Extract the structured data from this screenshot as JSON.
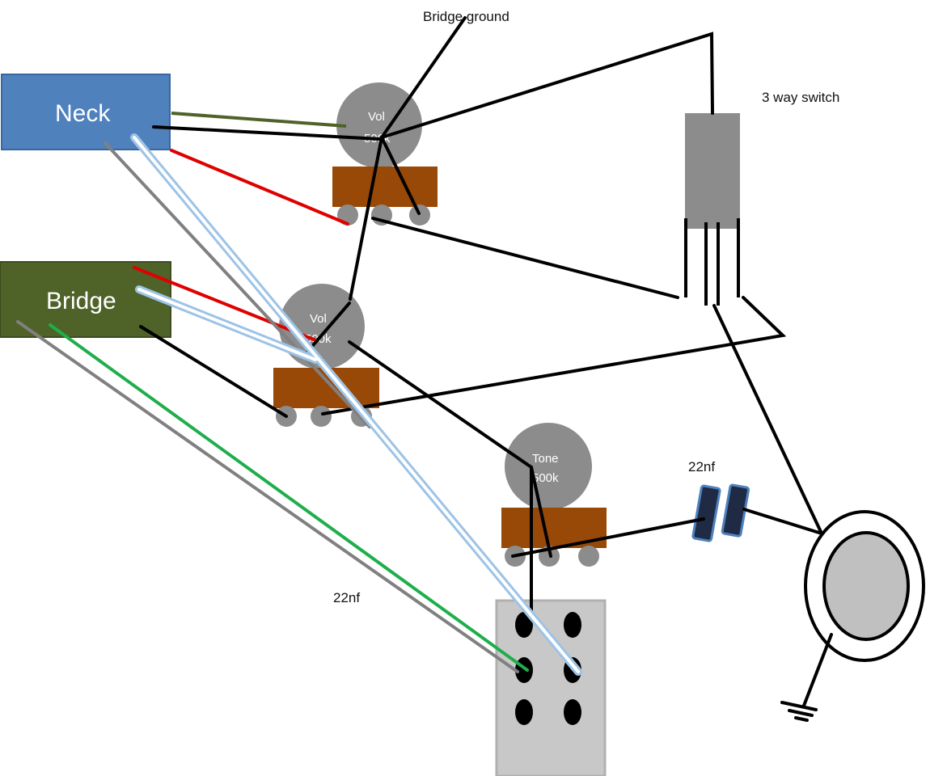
{
  "pickups": {
    "neck": {
      "label": "Neck",
      "color": "#4f81bd",
      "border": "#3a66a0"
    },
    "bridge": {
      "label": "Bridge",
      "color": "#4f6228",
      "border": "#3d4d1f"
    }
  },
  "pots": {
    "neck_volume": {
      "name": "Vol",
      "value": "500k"
    },
    "bridge_volume": {
      "name": "Vol",
      "value": "500k"
    },
    "tone": {
      "name": "Tone",
      "value": "500k"
    }
  },
  "labels": {
    "bridge_ground": "Bridge ground",
    "switch": "3 way switch",
    "cap_tone": "22nf",
    "cap_switch": "22nf"
  },
  "colors": {
    "pot_body": "#8c8c8c",
    "pot_base": "#984807",
    "lug": "#8c8c8c",
    "switch": "#8c8c8c",
    "push_pull_switch": "#c8c8c8",
    "capacitor": "#1f2a44",
    "capacitor_border": "#4f81bd",
    "jack_inner": "#c0c0c0",
    "wire_black": "#000000",
    "wire_red": "#e00000",
    "wire_green": "#1fae4b",
    "wire_olive": "#4f6228",
    "wire_gray": "#808080",
    "wire_white": "#ffffff",
    "wire_white_glow": "#9dc3e6"
  }
}
